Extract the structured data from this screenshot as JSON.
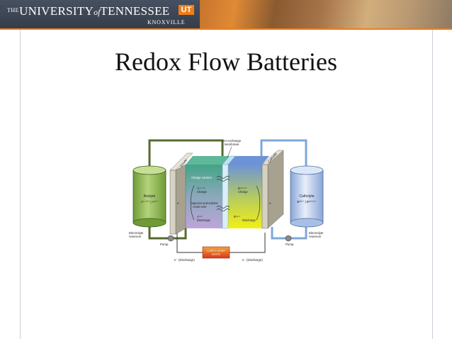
{
  "header": {
    "logo_the": "THE",
    "logo_university": "UNIVERSITY",
    "logo_of": "of",
    "logo_tennessee": "TENNESSEE",
    "logo_mark": "UT",
    "logo_campus": "KNOXVILLE"
  },
  "slide": {
    "title": "Redox Flow Batteries"
  },
  "diagram": {
    "ion_membrane_1": "Ion exchange",
    "ion_membrane_2": "membrane",
    "anode": "Anode",
    "cathode": "Cathode",
    "anolyte": "Anolyte",
    "catholyte": "Catholyte",
    "anolyte_species": "A⁽ⁿ⁻ˣ⁾⁺ | A⁽ⁿ⁾⁺",
    "catholyte_species": "B⁽ᵐ⁾⁺ | B⁽ᵐ⁺ʸ⁾⁺",
    "charge_carriers": "Charge carriers",
    "species_crossover_1": "Species and solvent",
    "species_crossover_2": "cross-over",
    "a_charge_species": "A⁽ⁿ⁻ˣ⁾⁺",
    "b_charge_species": "B⁽ᵐ⁺ʸ⁾⁺",
    "a_discharge_species": "A⁽ⁿ⁾⁺",
    "b_discharge_species": "B⁽ᵐ⁾⁺",
    "charge": "Charge",
    "discharge": "Discharge",
    "electrolyte_reservoir_1": "Electrolyte",
    "electrolyte_reservoir_2": "reservoir",
    "pump": "Pump",
    "load_source_1": "Load or power",
    "load_source_2": "source",
    "electron_discharge": "e⁻ (Discharge)",
    "electron": "e⁻",
    "colors": {
      "anolyte": "#8ab44e",
      "catholyte": "#a9c0e6",
      "anode_wire": "#556b2f",
      "cathode_wire": "#7fa7d9",
      "load": "#e8501f"
    }
  }
}
